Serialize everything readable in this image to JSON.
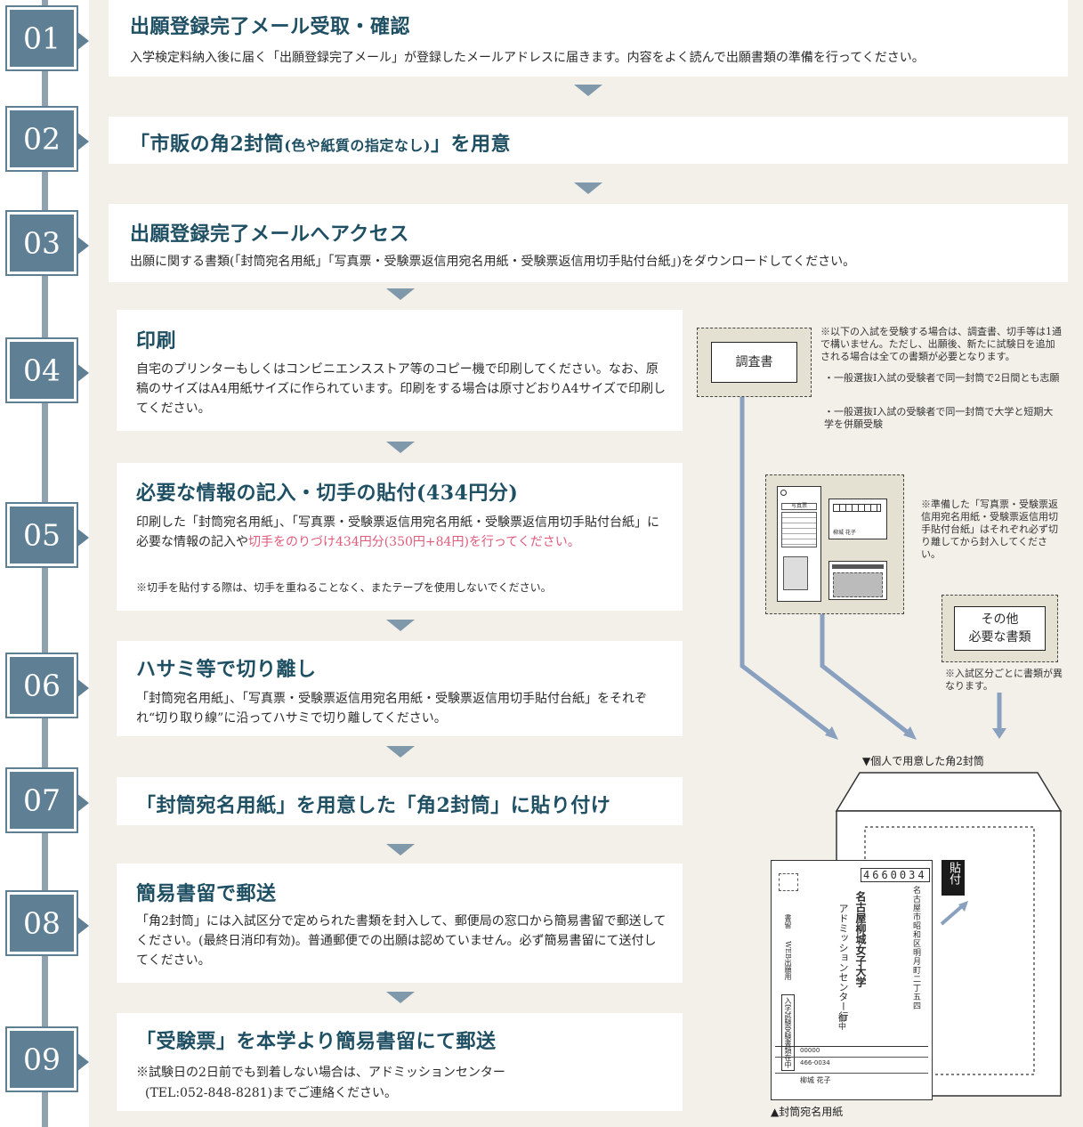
{
  "steps": [
    {
      "num": "01",
      "title": "出願登録完了メール受取・確認",
      "desc": "入学検定料納入後に届く「出願登録完了メール」が登録したメールアドレスに届きます。内容をよく読んで出願書類の準備を行ってください。"
    },
    {
      "num": "02",
      "title_main": "「市販の角2封筒",
      "title_small": "(色や紙質の指定なし)",
      "title_end": "」を用意"
    },
    {
      "num": "03",
      "title": "出願登録完了メールへアクセス",
      "desc": "出願に関する書類(「封筒宛名用紙」「写真票・受験票返信用宛名用紙・受験票返信用切手貼付台紙」)をダウンロードしてください。"
    },
    {
      "num": "04",
      "title": "印刷",
      "desc": "自宅のプリンターもしくはコンビニエンスストア等のコピー機で印刷してください。なお、原稿のサイズはA4用紙サイズに作られています。印刷をする場合は原寸どおりA4サイズで印刷してください。"
    },
    {
      "num": "05",
      "title": "必要な情報の記入・切手の貼付(434円分)",
      "desc_pre": "印刷した「封筒宛名用紙」、「写真票・受験票返信用宛名用紙・受験票返信用切手貼付台紙」に必要な情報の記入や",
      "desc_pink": "切手をのりづけ434円分(350円+84円)を行ってください。",
      "note": "※切手を貼付する際は、切手を重ねることなく、またテープを使用しないでください。"
    },
    {
      "num": "06",
      "title": "ハサミ等で切り離し",
      "desc": "「封筒宛名用紙」、「写真票・受験票返信用宛名用紙・受験票返信用切手貼付台紙」をそれぞれ“切り取り線”に沿ってハサミで切り離してください。"
    },
    {
      "num": "07",
      "title": "「封筒宛名用紙」を用意した「角2封筒」に貼り付け"
    },
    {
      "num": "08",
      "title": "簡易書留で郵送",
      "desc": "「角2封筒」には入試区分で定められた書類を封入して、郵便局の窓口から簡易書留で郵送してください。(最終日消印有効)。普通郵便での出願は認めていません。必ず簡易書留にて送付してください。"
    },
    {
      "num": "09",
      "title": "「受験票」を本学より簡易書留にて郵送",
      "desc1": "※試験日の2日前でも到着しない場合は、アドミッションセンター",
      "desc2": "(TEL:052-848-8281)までご連絡ください。"
    }
  ],
  "diagram": {
    "doc1_label": "調査書",
    "doc1_note": "※以下の入試を受験する場合は、調査書、切手等は1通で構いません。ただし、出願後、新たに試験日を追加される場合は全ての書類が必要となります。",
    "doc1_bullet1": "・一般選抜Ⅰ入試の受験者で同一封筒で2日間とも志願",
    "doc1_bullet2": "・一般選抜Ⅰ入試の受験者で同一封筒で大学と短期大学を併願受験",
    "doc2_note": "※準備した「写真票・受験票返信用宛名用紙・受験票返信用切手貼付台紙」はそれぞれ必ず切り離してから封入してください。",
    "photo_label": "写真票",
    "sample_name": "柳城 花子",
    "doc3_line1": "その他",
    "doc3_line2": "必要な書類",
    "doc3_note": "※入試区分ごとに書類が異なります。",
    "envelope_caption": "▼個人で用意した角2封筒",
    "stamp_label": "貼付",
    "postal_code": "4660034",
    "address": "名古屋市昭和区明月町二丁五四",
    "recipient1": "名古屋柳城女子大学",
    "recipient2": "アドミッションセンター行",
    "onchu": "御中",
    "doc_type": "入学試験受験書類在中",
    "web_label": "WEB出願用",
    "shorui": "書留",
    "form_caption": "▲封筒宛名用紙",
    "form_id": "00000",
    "form_zip": "466-0034",
    "form_name": "柳城 花子"
  }
}
